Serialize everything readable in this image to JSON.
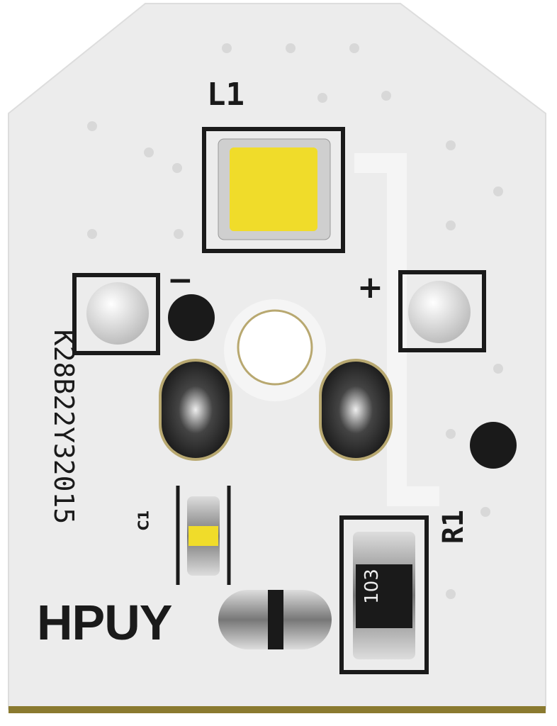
{
  "board": {
    "led_label": "L1",
    "part_code": "K28B22Y32015",
    "minus_label": "−",
    "plus_label": "+",
    "capacitor_label": "C1",
    "resistor_label": "R1",
    "resistor_value": "103",
    "brand": "HPUY"
  },
  "colors": {
    "board": "#ececec",
    "led": "#f0dc2a",
    "gold": "#8a7a30",
    "silkscreen": "#1a1a1a"
  }
}
